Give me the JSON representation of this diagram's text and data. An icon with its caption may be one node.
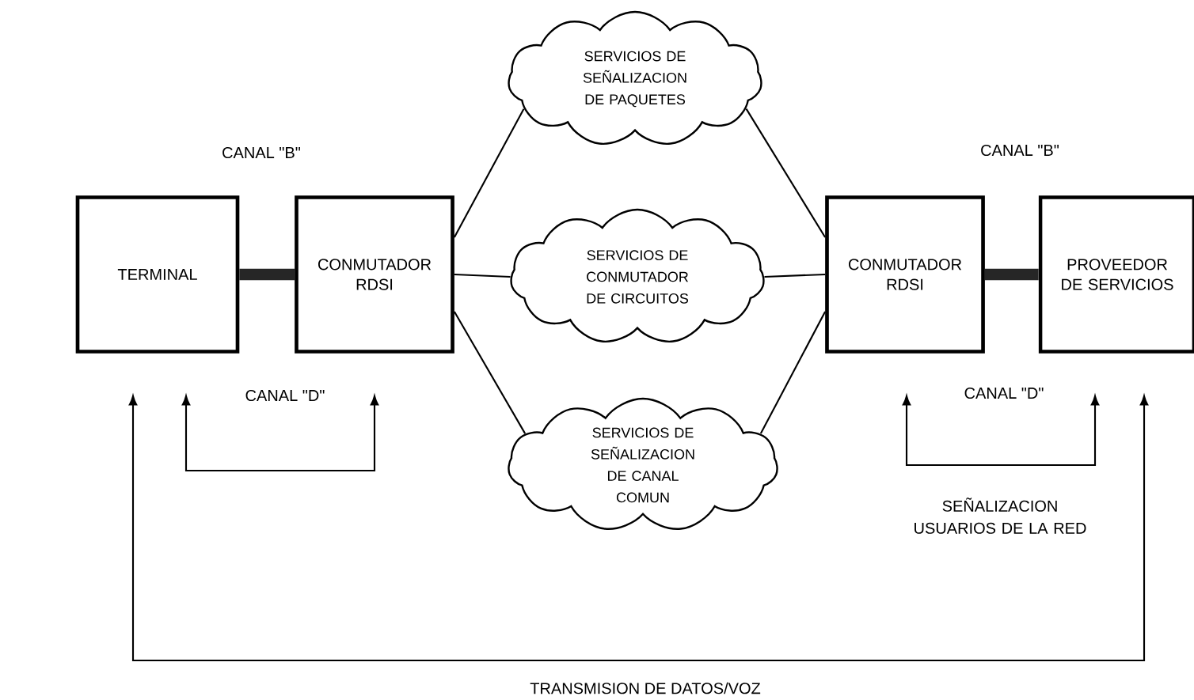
{
  "diagram": {
    "nodes": [
      {
        "text": [
          "TERMINAL"
        ]
      },
      {
        "text": [
          "CONMUTADOR RDSI"
        ]
      },
      {
        "text": [
          "SERVICIOS DE SEÑALIZACION DE PAQUETES"
        ]
      },
      {
        "text": [
          "SERVICIOS DE CONMUTADOR DE CIRCUITOS"
        ]
      },
      {
        "text": [
          "SERVICIOS DE SEÑALIZACION DE CANAL COMUN"
        ]
      },
      {
        "text": [
          "CONMUTADOR RDSI"
        ]
      },
      {
        "text": [
          "PROVEEDOR DE SERVICIOS"
        ]
      }
    ],
    "edges": [
      {
        "from": 0,
        "to": 1,
        "arrow": "none",
        "style": "thick"
      },
      {
        "from": 1,
        "to": 2,
        "arrow": "none"
      },
      {
        "from": 1,
        "to": 3,
        "arrow": "none"
      },
      {
        "from": 1,
        "to": 4,
        "arrow": "none"
      },
      {
        "from": 2,
        "to": 5,
        "arrow": "none"
      },
      {
        "from": 3,
        "to": 5,
        "arrow": "none"
      },
      {
        "from": 4,
        "to": 5,
        "arrow": "none"
      },
      {
        "from": 5,
        "to": 6,
        "arrow": "none",
        "style": "thick"
      },
      {
        "from": 0,
        "to": 1,
        "arrow": "both",
        "label": "CANAL \"D\""
      },
      {
        "from": 5,
        "to": 6,
        "arrow": "both",
        "label": "CANAL \"D\""
      },
      {
        "from": 0,
        "to": 6,
        "arrow": "both",
        "label": "TRANSMISION DE DATOS/VOZ"
      }
    ],
    "labels": [
      "CANAL \"B\"",
      "CANAL \"B\"",
      "SEÑALIZACION USUARIOS DE LA RED"
    ]
  }
}
